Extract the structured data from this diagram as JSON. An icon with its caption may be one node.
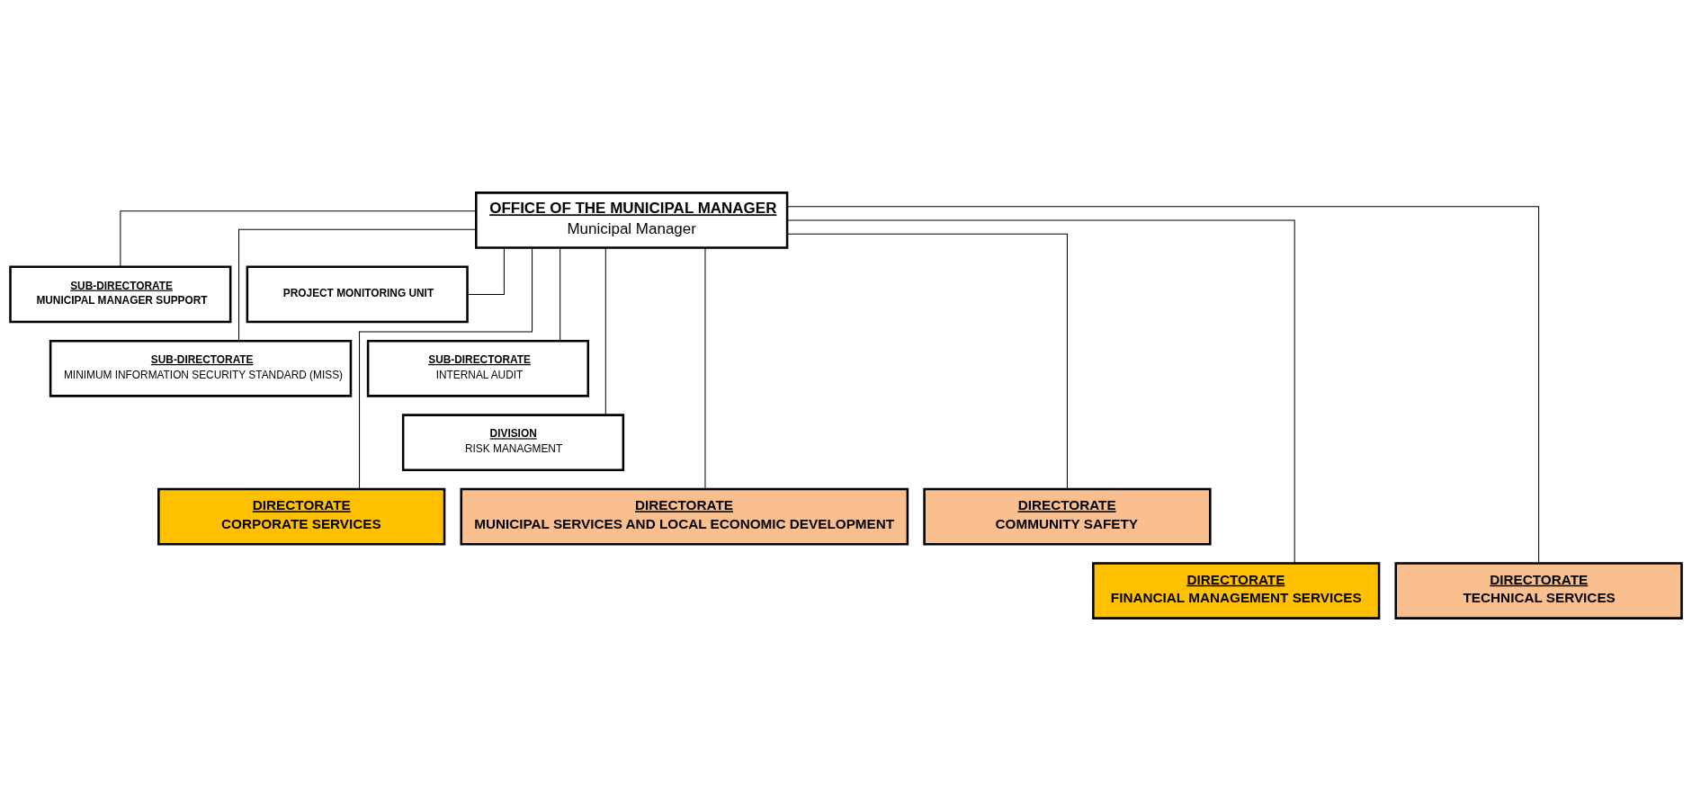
{
  "diagram": {
    "nodes": [
      {
        "text": [
          "OFFICE OF THE MUNICIPAL MANAGER",
          "Municipal Manager"
        ]
      },
      {
        "text": [
          "SUB-DIRECTORATE",
          "MUNICIPAL MANAGER SUPPORT"
        ]
      },
      {
        "text": [
          "PROJECT MONITORING UNIT"
        ]
      },
      {
        "text": [
          "SUB-DIRECTORATE",
          "MINIMUM INFORMATION SECURITY STANDARD (MISS)"
        ]
      },
      {
        "text": [
          "SUB-DIRECTORATE",
          "INTERNAL AUDIT"
        ]
      },
      {
        "text": [
          "DIVISION",
          "RISK MANAGMENT"
        ]
      },
      {
        "text": [
          "DIRECTORATE",
          "CORPORATE SERVICES"
        ]
      },
      {
        "text": [
          "DIRECTORATE",
          "MUNICIPAL SERVICES AND LOCAL ECONOMIC DEVELOPMENT"
        ]
      },
      {
        "text": [
          "DIRECTORATE",
          "COMMUNITY SAFETY"
        ]
      },
      {
        "text": [
          "DIRECTORATE",
          "FINANCIAL MANAGEMENT SERVICES"
        ]
      },
      {
        "text": [
          "DIRECTORATE",
          "TECHNICAL SERVICES"
        ]
      }
    ],
    "edges": [
      {
        "from": 0,
        "to": 1,
        "arrow": "none"
      },
      {
        "from": 0,
        "to": 2,
        "arrow": "none"
      },
      {
        "from": 0,
        "to": 3,
        "arrow": "none"
      },
      {
        "from": 0,
        "to": 4,
        "arrow": "none"
      },
      {
        "from": 0,
        "to": 5,
        "arrow": "none"
      },
      {
        "from": 0,
        "to": 6,
        "arrow": "none"
      },
      {
        "from": 0,
        "to": 7,
        "arrow": "none"
      },
      {
        "from": 0,
        "to": 8,
        "arrow": "none"
      },
      {
        "from": 0,
        "to": 9,
        "arrow": "none"
      },
      {
        "from": 0,
        "to": 10,
        "arrow": "none"
      }
    ]
  }
}
